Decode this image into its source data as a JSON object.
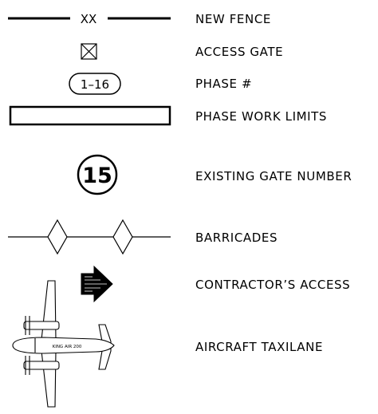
{
  "legend": {
    "items": [
      {
        "symbol": "fence-line",
        "symbol_text": "XX",
        "label": "NEW FENCE"
      },
      {
        "symbol": "access-gate-box",
        "label": "ACCESS GATE"
      },
      {
        "symbol": "phase-oval",
        "symbol_text": "1–16",
        "label": "PHASE #"
      },
      {
        "symbol": "work-limits-rect",
        "label": "PHASE WORK LIMITS"
      },
      {
        "symbol": "gate-number-circle",
        "symbol_text": "15",
        "label": "EXISTING GATE NUMBER"
      },
      {
        "symbol": "barricade-line",
        "label": "BARRICADES"
      },
      {
        "symbol": "access-arrow",
        "label": "CONTRACTOR’S ACCESS"
      },
      {
        "symbol": "aircraft-topview",
        "symbol_text": "KING AIR 200",
        "label": "AIRCRAFT TAXILANE"
      }
    ]
  }
}
